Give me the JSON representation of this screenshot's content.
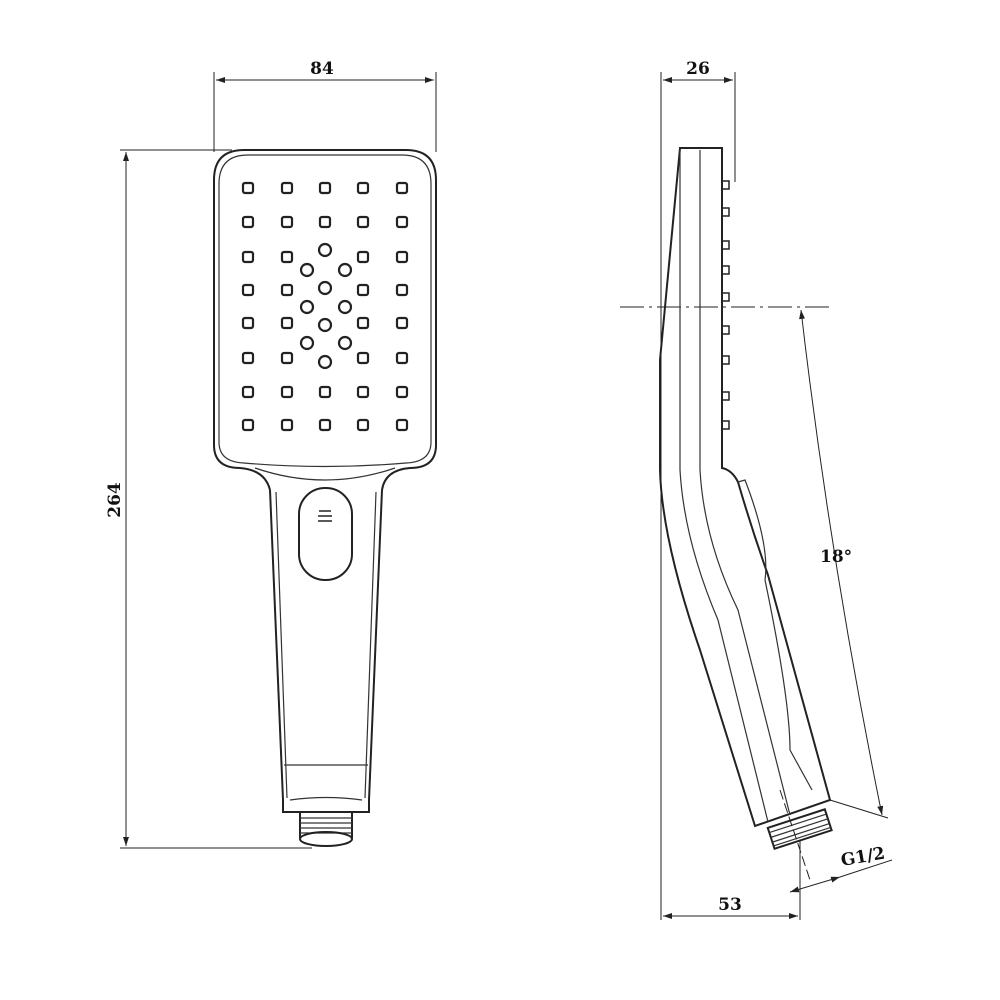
{
  "front_view": {
    "width_label": "84",
    "height_label": "264",
    "button_icon": "three-lines-icon"
  },
  "side_view": {
    "depth_label": "26",
    "angle_label": "18°",
    "thread_label": "G1/2",
    "offset_label": "53"
  },
  "colors": {
    "line": "#222222",
    "background": "#ffffff"
  }
}
